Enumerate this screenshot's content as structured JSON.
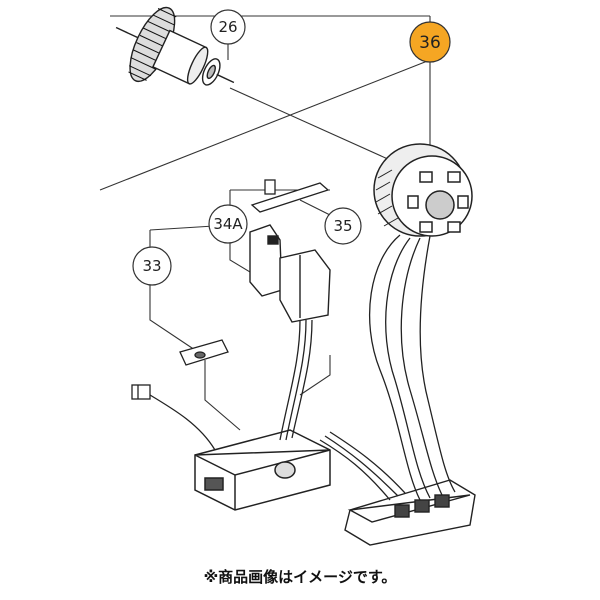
{
  "diagram": {
    "callouts": [
      {
        "id": "26",
        "label": "26",
        "highlight": false
      },
      {
        "id": "36",
        "label": "36",
        "highlight": true
      },
      {
        "id": "34A",
        "label": "34A",
        "highlight": false
      },
      {
        "id": "35",
        "label": "35",
        "highlight": false
      },
      {
        "id": "33",
        "label": "33",
        "highlight": false
      }
    ],
    "highlight_color": "#f5a623",
    "line_color": "#222222"
  },
  "footnote": "※商品画像はイメージです。"
}
